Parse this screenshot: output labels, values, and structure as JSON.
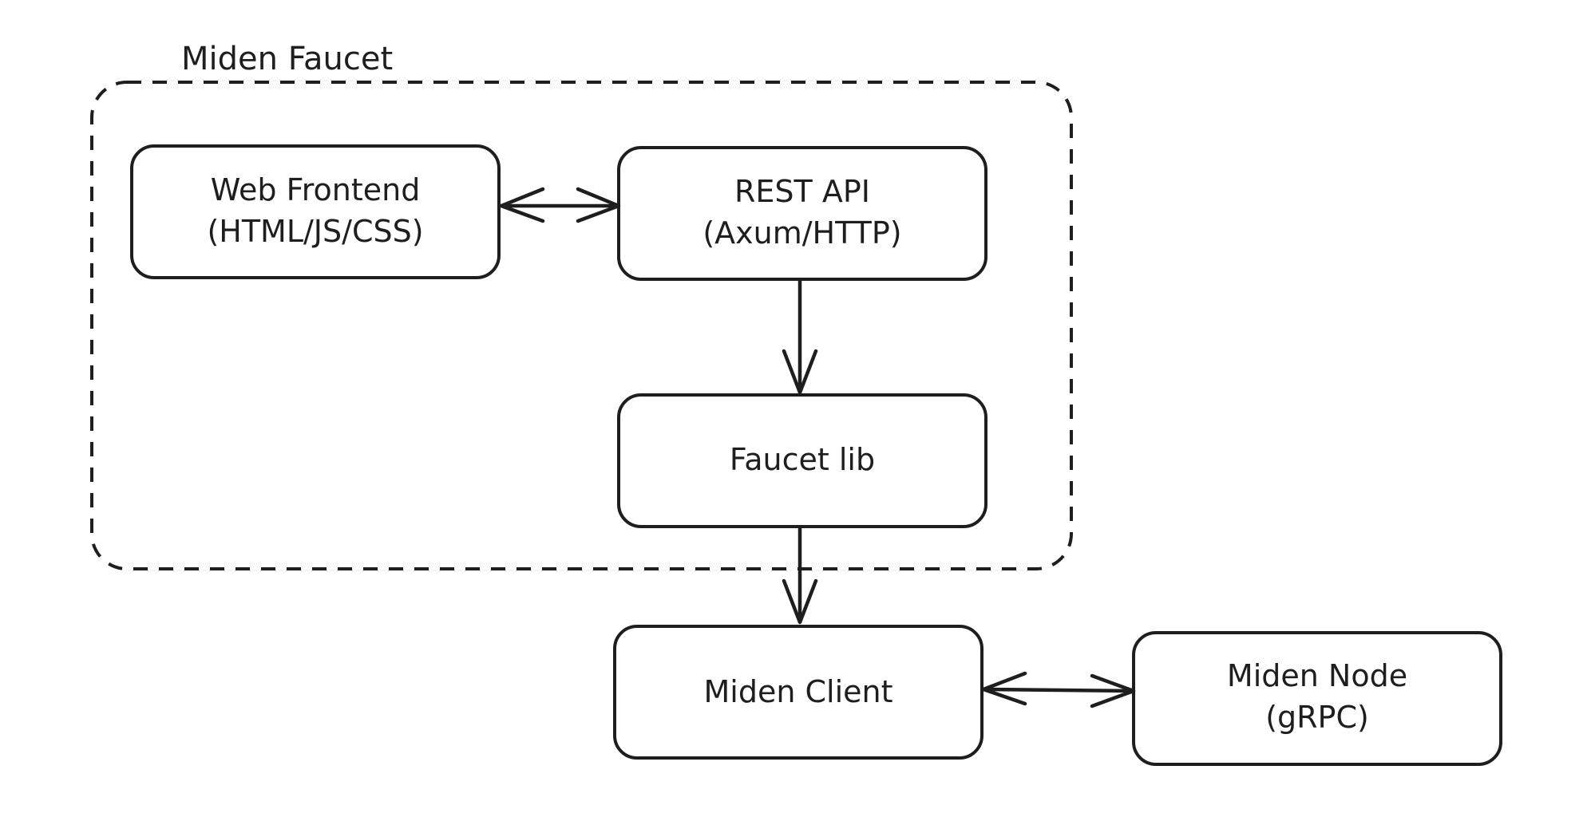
{
  "diagram": {
    "group": {
      "label": "Miden Faucet"
    },
    "nodes": [
      {
        "id": "web-frontend",
        "lines": [
          "Web Frontend",
          "(HTML/JS/CSS)"
        ]
      },
      {
        "id": "rest-api",
        "lines": [
          "REST API",
          "(Axum/HTTP)"
        ]
      },
      {
        "id": "faucet-lib",
        "lines": [
          "Faucet lib"
        ]
      },
      {
        "id": "miden-client",
        "lines": [
          "Miden Client"
        ]
      },
      {
        "id": "miden-node",
        "lines": [
          "Miden Node",
          "(gRPC)"
        ]
      }
    ],
    "edges": [
      {
        "from": "web-frontend",
        "to": "rest-api",
        "direction": "both"
      },
      {
        "from": "rest-api",
        "to": "faucet-lib",
        "direction": "forward"
      },
      {
        "from": "faucet-lib",
        "to": "miden-client",
        "direction": "forward"
      },
      {
        "from": "miden-client",
        "to": "miden-node",
        "direction": "both"
      }
    ],
    "colors": {
      "stroke": "#1e1e1e",
      "background": "#ffffff"
    }
  }
}
